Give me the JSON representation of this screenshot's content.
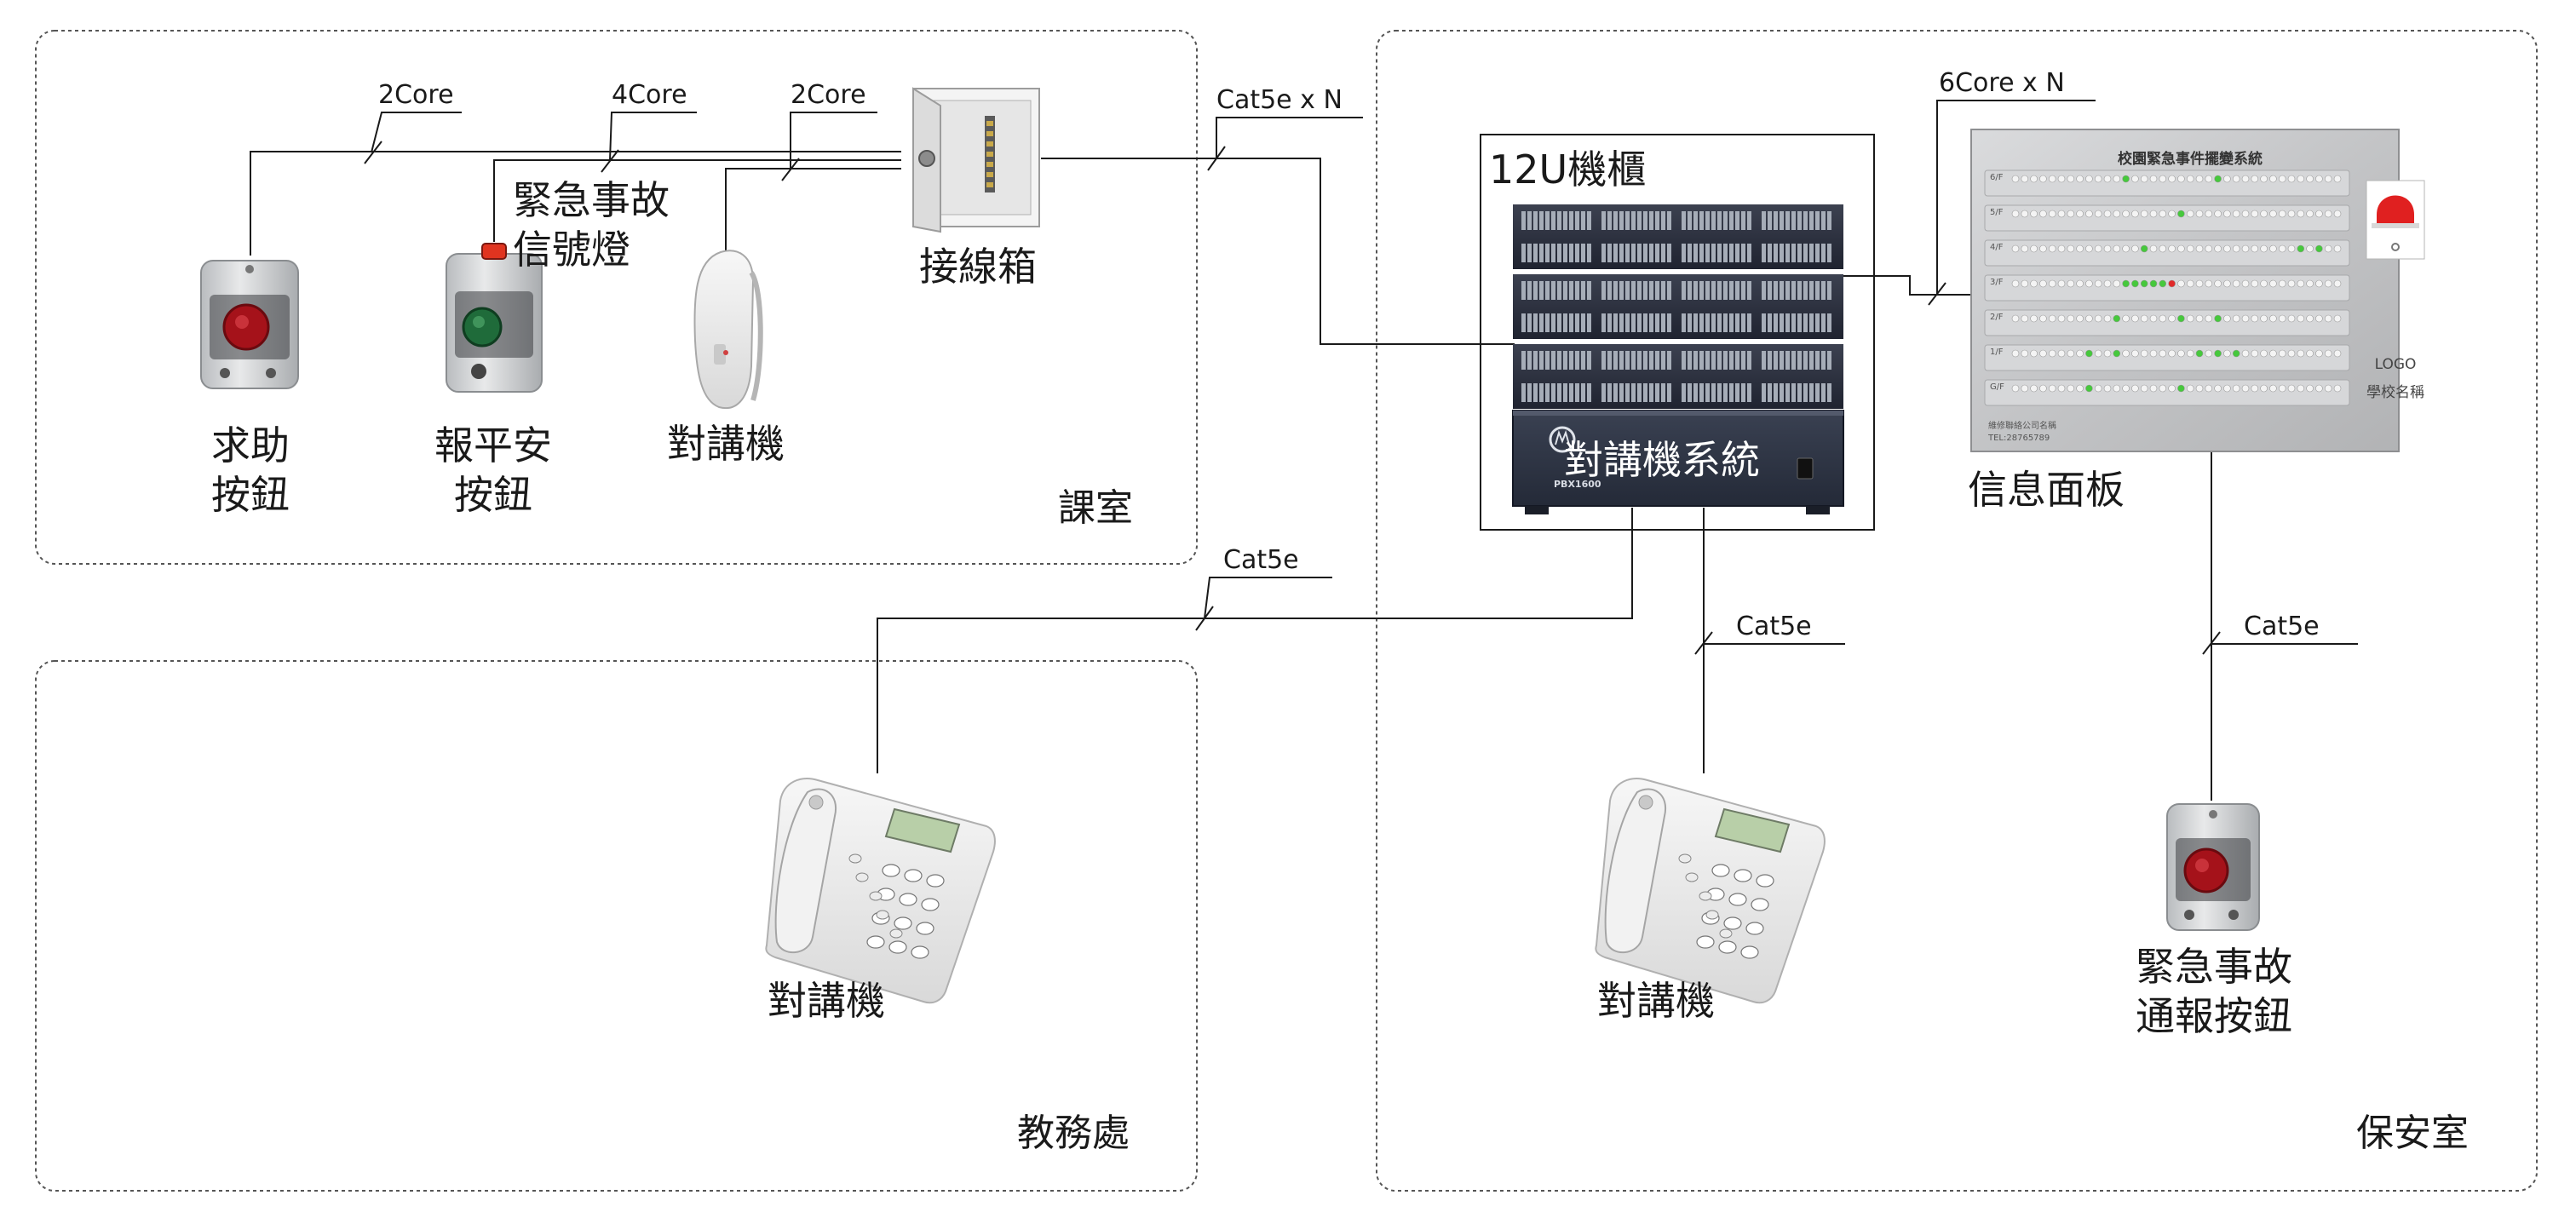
{
  "zones": {
    "classroom": "課室",
    "office": "教務處",
    "security": "保安室"
  },
  "devices": {
    "help_button": "求助\n按鈕",
    "safe_button": "報平安\n按鈕",
    "signal_light": "緊急事故\n信號燈",
    "intercom_handset": "對講機",
    "junction_box": "接線箱",
    "rack": "12U機櫃",
    "intercom_system": "對講機系統",
    "pbx_model": "PBX1600",
    "info_panel": "信息面板",
    "office_phone": "對講機",
    "security_phone": "對講機",
    "emergency_button": "緊急事故\n通報按鈕"
  },
  "cables": {
    "c1": "2Core",
    "c2": "4Core",
    "c3": "2Core",
    "c4": "Cat5e x N",
    "c5": "6Core x N",
    "c6": "Cat5e",
    "c7": "Cat5e",
    "c8": "Cat5e"
  },
  "info_panel_screen": {
    "title": "校園緊急事件擺變系統",
    "logo": "LOGO",
    "school_name": "學校名稱",
    "floors": [
      "6/F",
      "5/F",
      "4/F",
      "3/F",
      "2/F",
      "1/F",
      "G/F"
    ],
    "footer_line1": "維修聯絡公司名稱",
    "footer_line2": "TEL:28765789"
  },
  "colors": {
    "line": "#1a1a1a",
    "zone_border": "#555555",
    "pbx_body": "#2d3343",
    "status_green": "#46c83c",
    "status_red": "#e02a2a",
    "panel_steel": "#c8c9cb"
  }
}
